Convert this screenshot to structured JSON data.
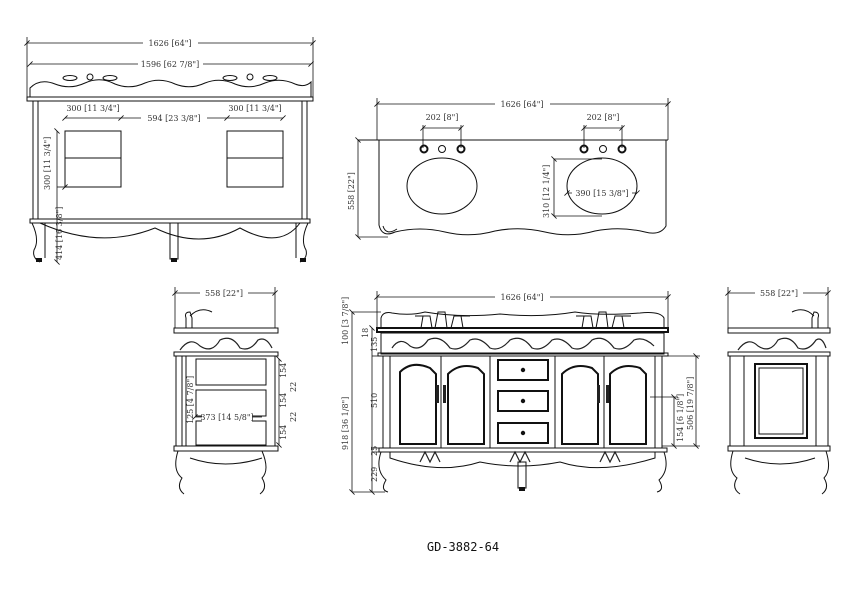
{
  "model_code": "GD-3882-64",
  "back_view": {
    "overall_width": "1626 [64\"]",
    "top_width": "1596 [62 7/8\"]",
    "cutout_width_left": "300 [11 3/4\"]",
    "cutout_width_right": "300 [11 3/4\"]",
    "cutout_gap": "594 [23 3/8\"]",
    "cutout_height": "300 [11 3/4\"]",
    "cutout_bottom_height": "414 [16 3/8\"]"
  },
  "top_view": {
    "overall_width": "1626 [64\"]",
    "faucet_spread_left": "202 [8\"]",
    "faucet_spread_right": "202 [8\"]",
    "depth": "558 [22\"]",
    "sink_depth": "310 [12 1/4\"]",
    "sink_width": "390 [15 3/8\"]"
  },
  "left_side_view": {
    "depth": "558 [22\"]",
    "drawer_height_1": "154",
    "drawer_gap_1": "22",
    "drawer_height_2": "154",
    "drawer_gap_2": "22",
    "drawer_height_3": "154",
    "drawer_inner_depth": "373 [14 5/8\"]",
    "drawer_inner_height": "125 [4 7/8\"]"
  },
  "front_view": {
    "overall_width": "1626 [64\"]",
    "backsplash_height": "100 [3 7/8\"]",
    "top_thickness": "18",
    "apron_height": "135",
    "overall_height": "918 [36 1/8\"]",
    "door_height": "510",
    "plinth_height": "25",
    "leg_height": "229",
    "cabinet_interior_height": "506 [19 7/8\"]",
    "shelf_height": "154 [6 1/8\"]"
  },
  "right_side_view": {
    "depth": "558 [22\"]"
  }
}
